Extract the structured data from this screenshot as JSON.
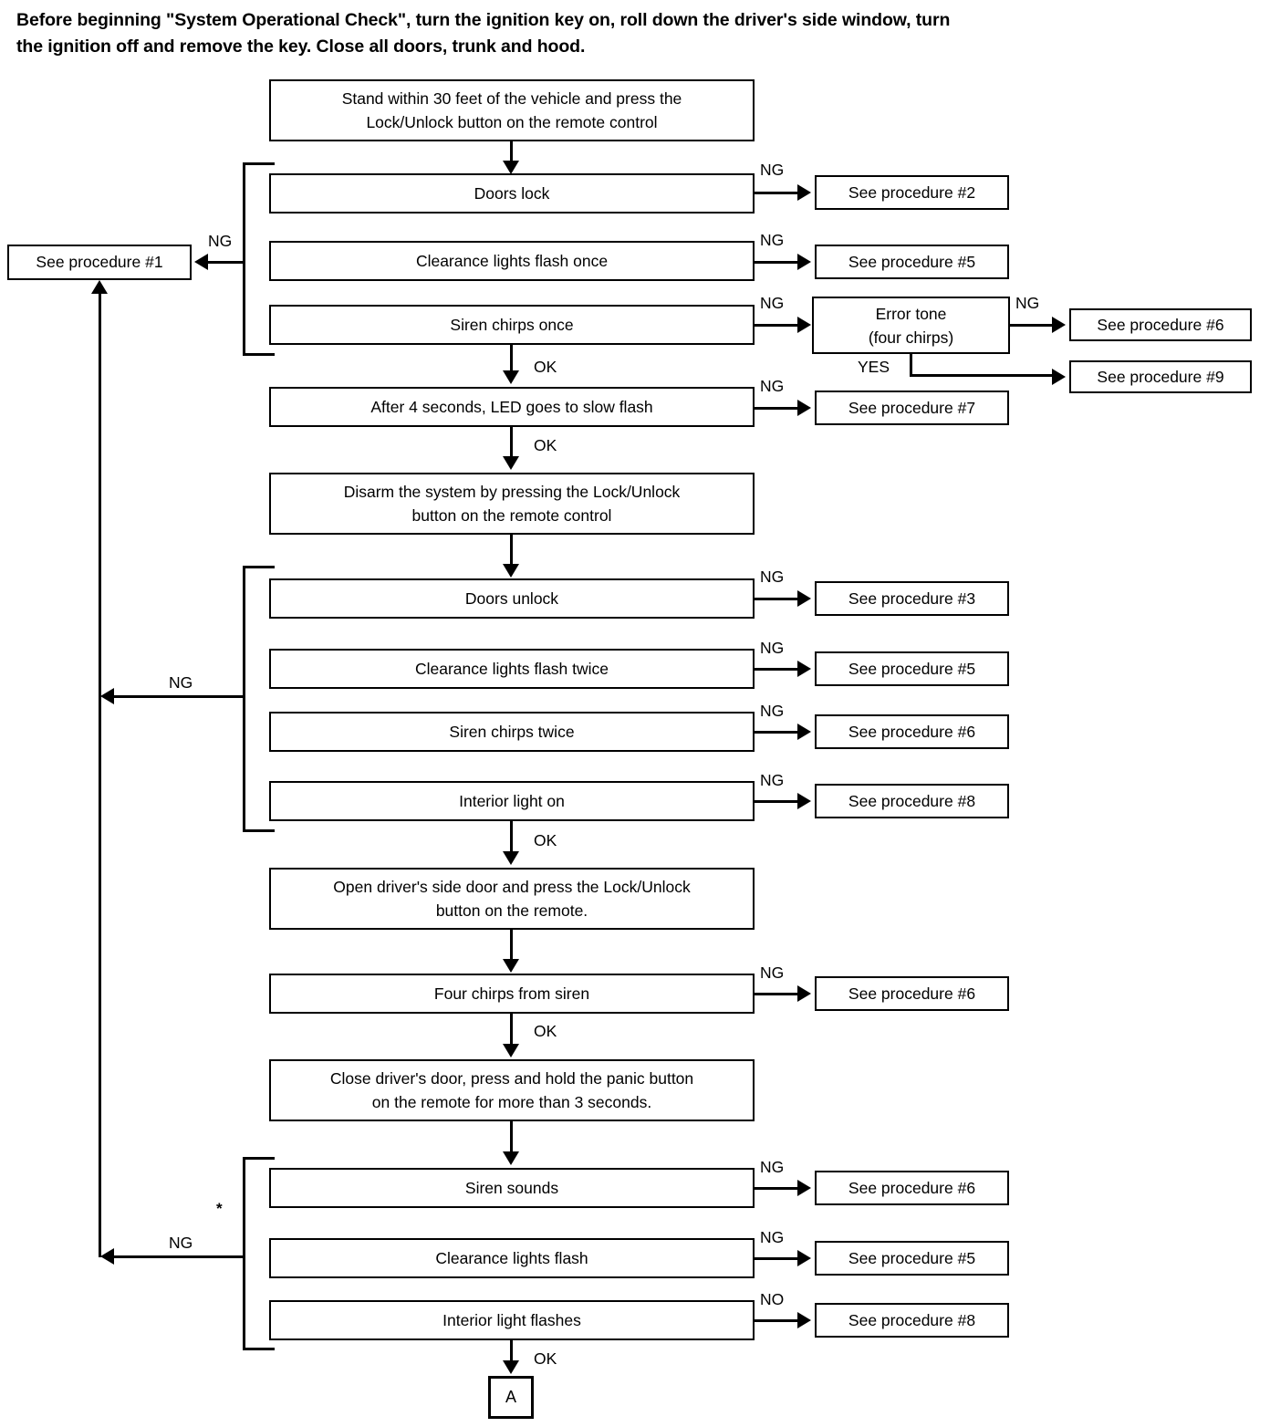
{
  "intro": {
    "text": "Before beginning \"System Operational Check\", turn the ignition key on, roll down the driver's side window, turn\nthe ignition off and remove the key. Close all doors, trunk and hood."
  },
  "chart_data": {
    "type": "diagram",
    "title": "System Operational Check flowchart",
    "nodes": [
      {
        "id": "start",
        "label": "Stand within 30 feet of the vehicle and press the\nLock/Unlock button on the remote control"
      },
      {
        "id": "doors-lock",
        "label": "Doors lock"
      },
      {
        "id": "clearance-once",
        "label": "Clearance lights flash once"
      },
      {
        "id": "siren-once",
        "label": "Siren chirps once"
      },
      {
        "id": "led-slow-flash",
        "label": "After 4 seconds, LED goes to slow flash"
      },
      {
        "id": "disarm",
        "label": "Disarm the system by pressing the Lock/Unlock\nbutton on the remote control"
      },
      {
        "id": "doors-unlock",
        "label": "Doors unlock"
      },
      {
        "id": "clearance-twice",
        "label": "Clearance lights flash twice"
      },
      {
        "id": "siren-twice",
        "label": "Siren chirps twice"
      },
      {
        "id": "interior-on",
        "label": "Interior light on"
      },
      {
        "id": "open-door",
        "label": "Open driver's side door and press the Lock/Unlock\nbutton on the remote."
      },
      {
        "id": "four-chirps",
        "label": "Four chirps from siren"
      },
      {
        "id": "panic",
        "label": "Close driver's door, press and hold the panic button\non the remote for more than 3 seconds."
      },
      {
        "id": "siren-sounds",
        "label": "Siren sounds"
      },
      {
        "id": "clearance-flash",
        "label": "Clearance lights flash"
      },
      {
        "id": "interior-flashes",
        "label": "Interior light flashes"
      },
      {
        "id": "error-tone",
        "label": "Error tone\n(four chirps)"
      },
      {
        "id": "proc1",
        "label": "See procedure #1"
      },
      {
        "id": "proc2",
        "label": "See procedure #2"
      },
      {
        "id": "proc5a",
        "label": "See procedure #5"
      },
      {
        "id": "proc6a",
        "label": "See procedure #6"
      },
      {
        "id": "proc9",
        "label": "See procedure #9"
      },
      {
        "id": "proc7",
        "label": "See procedure #7"
      },
      {
        "id": "proc3",
        "label": "See procedure #3"
      },
      {
        "id": "proc5b",
        "label": "See procedure #5"
      },
      {
        "id": "proc6b",
        "label": "See procedure #6"
      },
      {
        "id": "proc8a",
        "label": "See procedure #8"
      },
      {
        "id": "proc6c",
        "label": "See procedure #6"
      },
      {
        "id": "proc6d",
        "label": "See procedure #6"
      },
      {
        "id": "proc5c",
        "label": "See procedure #5"
      },
      {
        "id": "proc8b",
        "label": "See procedure #8"
      },
      {
        "id": "connector-a",
        "label": "A"
      }
    ],
    "edge_labels": {
      "ng": "NG",
      "no": "NO",
      "ok": "OK",
      "yes": "YES",
      "asterisk": "*"
    }
  },
  "boxes": {
    "start": "Stand within 30 feet of the vehicle and press the\nLock/Unlock button on the remote control",
    "doors_lock": "Doors lock",
    "clearance_once": "Clearance lights flash once",
    "siren_once": "Siren chirps once",
    "led_slow_flash": "After 4 seconds, LED goes to slow flash",
    "disarm": "Disarm the system by pressing the Lock/Unlock\nbutton on the remote control",
    "doors_unlock": "Doors unlock",
    "clearance_twice": "Clearance lights flash twice",
    "siren_twice": "Siren chirps twice",
    "interior_on": "Interior light on",
    "open_door": "Open driver's side door and press the Lock/Unlock\nbutton on the remote.",
    "four_chirps": "Four chirps from siren",
    "panic": "Close driver's door, press and hold the panic button\non the remote for more than 3 seconds.",
    "siren_sounds": "Siren sounds",
    "clearance_flash": "Clearance lights flash",
    "interior_flashes": "Interior light flashes",
    "error_tone": "Error tone\n(four chirps)",
    "connector_a": "A"
  },
  "procedures": {
    "p1": "See procedure #1",
    "p2": "See procedure #2",
    "p5a": "See procedure #5",
    "p6a": "See procedure #6",
    "p9": "See procedure #9",
    "p7": "See procedure #7",
    "p3": "See procedure #3",
    "p5b": "See procedure #5",
    "p6b": "See procedure #6",
    "p8a": "See procedure #8",
    "p6c": "See procedure #6",
    "p6d": "See procedure #6",
    "p5c": "See procedure #5",
    "p8b": "See procedure #8"
  },
  "labels": {
    "ng1": "NG",
    "ng2": "NG",
    "ng3": "NG",
    "ng4": "NG",
    "ng5": "NG",
    "ng6": "NG",
    "ng7": "NG",
    "ng8": "NG",
    "ng9": "NG",
    "ng10": "NG",
    "ng11": "NG",
    "ng12": "NG",
    "ng13": "NG",
    "ng14": "NG",
    "no1": "NO",
    "ok1": "OK",
    "ok2": "OK",
    "ok3": "OK",
    "ok4": "OK",
    "ok5": "OK",
    "ok6": "OK",
    "yes1": "YES",
    "star1": "*"
  }
}
